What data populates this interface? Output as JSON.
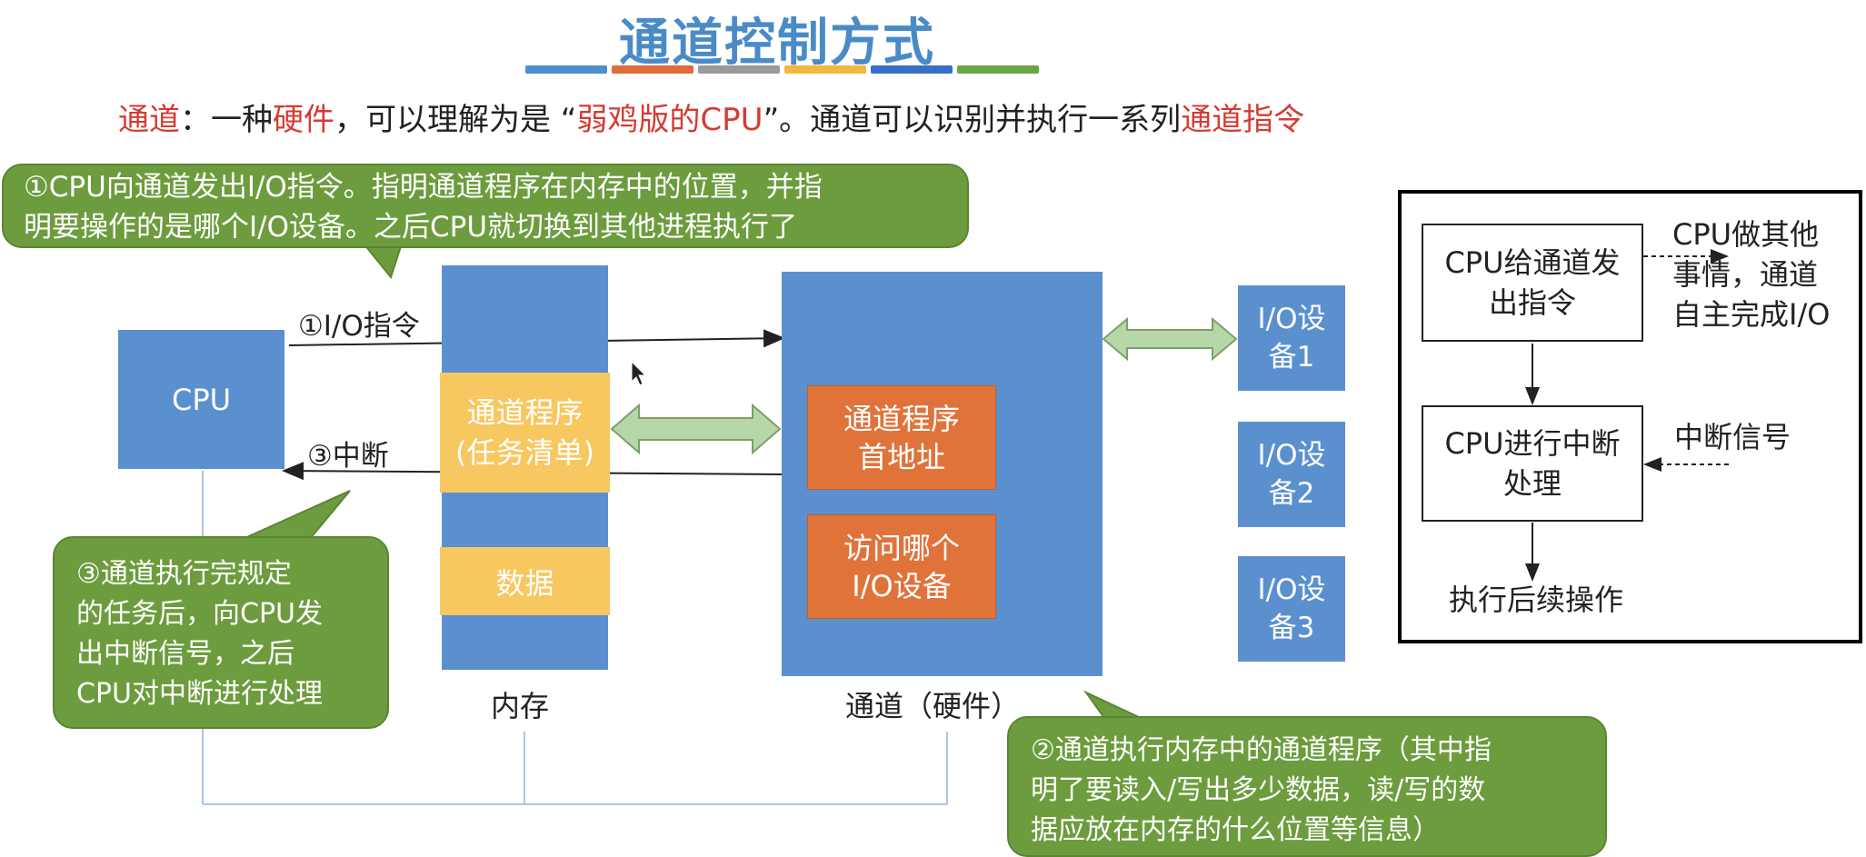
{
  "title": "通道控制方式",
  "title_bar_colors": [
    "#4f8ed0",
    "#e06c3a",
    "#9a9a9a",
    "#f3b73e",
    "#3a6fc4",
    "#6da545"
  ],
  "subtitle": {
    "part1": "通道",
    "part2": "：一种",
    "part3": "硬件",
    "part4": "，可以理解为是 “",
    "part5": "弱鸡版的CPU",
    "part6": "”。通道可以识别并执行一系列",
    "part7": "通道指令"
  },
  "bubble1": {
    "line1": "①CPU向通道发出I/O指令。指明通道程序在内存中的位置，并指",
    "line2": "明要操作的是哪个I/O设备。之后CPU就切换到其他进程执行了"
  },
  "bubble2": {
    "line1": "③通道执行完规定",
    "line2": "的任务后，向CPU发",
    "line3": "出中断信号，之后",
    "line4": "CPU对中断进行处理"
  },
  "bubble3": {
    "line1": "②通道执行内存中的通道程序（其中指",
    "line2": "明了要读入/写出多少数据，读/写的数",
    "line3": "据应放在内存的什么位置等信息）"
  },
  "cpu_label": "CPU",
  "memory": {
    "label": "内存",
    "program_line1": "通道程序",
    "program_line2": "(任务清单)",
    "data": "数据"
  },
  "channel": {
    "label": "通道（硬件）",
    "box1_line1": "通道程序",
    "box1_line2": "首地址",
    "box2_line1": "访问哪个",
    "box2_line2": "I/O设备"
  },
  "io_devices": [
    {
      "line1": "I/O设",
      "line2": "备1"
    },
    {
      "line1": "I/O设",
      "line2": "备2"
    },
    {
      "line1": "I/O设",
      "line2": "备3"
    }
  ],
  "arrows": {
    "io_instruction": "①I/O指令",
    "interrupt": "③中断"
  },
  "flowchart": {
    "step1_line1": "CPU给通道发",
    "step1_line2": "出指令",
    "side1_line1": "CPU做其他",
    "side1_line2": "事情，通道",
    "side1_line3": "自主完成I/O",
    "step2_line1": "CPU进行中断",
    "step2_line2": "处理",
    "side2": "中断信号",
    "step3": "执行后续操作"
  }
}
